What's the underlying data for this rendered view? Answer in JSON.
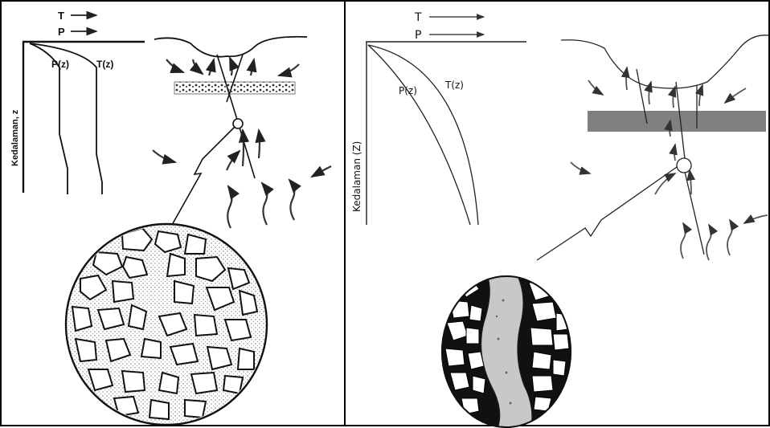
{
  "left_diagram": {
    "t_label": "T",
    "p_label": "P",
    "depth_axis_label": "Kedalaman, z",
    "p_curve_label": "P(z)",
    "t_curve_label": "T(z)"
  },
  "right_diagram": {
    "t_label": "T",
    "p_label": "P",
    "depth_axis_label": "Kedalaman (Z)",
    "p_curve_label": "P(z)",
    "t_curve_label": "T(z)"
  }
}
